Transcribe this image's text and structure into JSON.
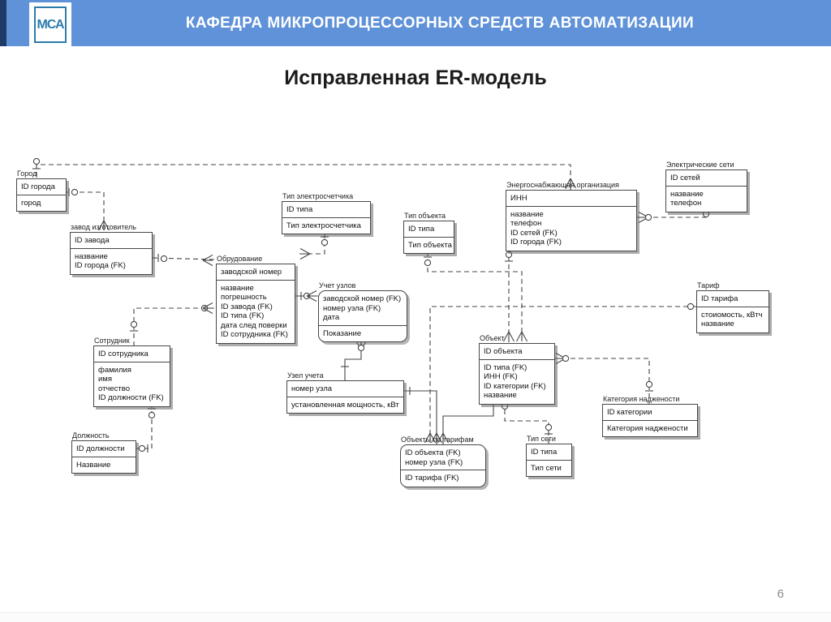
{
  "header": {
    "logo_text": "МСА",
    "title": "КАФЕДРА МИКРОПРОЦЕССОРНЫХ СРЕДСТВ АВТОМАТИЗАЦИИ"
  },
  "slide": {
    "title": "Исправленная ER-модель",
    "page_number": "6"
  },
  "colors": {
    "header_bg": "#5f92d8",
    "header_accent": "#1e3a66",
    "logo_teal": "#2b7cad",
    "line": "#454545",
    "box_border": "#474747"
  },
  "diagram": {
    "entities": [
      {
        "id": "gorod",
        "name": "Город",
        "pk": [
          "ID города"
        ],
        "attrs": [
          "город"
        ],
        "rounded": false
      },
      {
        "id": "zavod",
        "name": "завод изготовитель",
        "pk": [
          "ID завода"
        ],
        "attrs": [
          "название",
          "ID города (FK)"
        ],
        "rounded": false
      },
      {
        "id": "tip_el",
        "name": "Тип электросчетчика",
        "pk": [
          "ID типа"
        ],
        "attrs": [
          "Тип электросчетчика"
        ],
        "rounded": false
      },
      {
        "id": "oborud",
        "name": "Обрудование",
        "pk": [
          "заводской номер"
        ],
        "attrs": [
          "название",
          "погрешность",
          "ID завода (FK)",
          "ID типа (FK)",
          "дата след поверки",
          "ID сотрудника (FK)"
        ],
        "rounded": false
      },
      {
        "id": "uchet",
        "name": "Учет узлов",
        "pk": [
          "заводской номер (FK)",
          "номер узла (FK)",
          "дата"
        ],
        "attrs": [
          "Показание"
        ],
        "rounded": true
      },
      {
        "id": "sotrudnik",
        "name": "Сотрудник",
        "pk": [
          "ID сотрудника"
        ],
        "attrs": [
          "фамилия",
          "имя",
          "отчество",
          "ID должности (FK)"
        ],
        "rounded": false
      },
      {
        "id": "dolzhnost",
        "name": "Должность",
        "pk": [
          "ID должности"
        ],
        "attrs": [
          "Название"
        ],
        "rounded": false
      },
      {
        "id": "uzel",
        "name": "Узел учета",
        "pk": [
          "номер узла"
        ],
        "attrs": [
          "установленная мощность, кВт"
        ],
        "rounded": false
      },
      {
        "id": "tip_ob",
        "name": "Тип объекта",
        "pk": [
          "ID типа"
        ],
        "attrs": [
          "Тип объекта"
        ],
        "rounded": false
      },
      {
        "id": "energo",
        "name": "Энергоснабжающая организация",
        "pk": [
          "ИНН"
        ],
        "attrs": [
          "название",
          "телефон",
          "ID сетей (FK)",
          "ID города (FK)"
        ],
        "rounded": false
      },
      {
        "id": "elseti",
        "name": "Электрические сети",
        "pk": [
          "ID сетей"
        ],
        "attrs": [
          "название",
          "телефон"
        ],
        "rounded": false
      },
      {
        "id": "tarif",
        "name": "Тариф",
        "pk": [
          "ID тарифа"
        ],
        "attrs": [
          "стоиомость, кВтч",
          "название"
        ],
        "rounded": false
      },
      {
        "id": "obekt",
        "name": "Объект",
        "pk": [
          "ID объекта"
        ],
        "attrs": [
          "ID типа (FK)",
          "ИНН (FK)",
          "ID категории (FK)",
          "название"
        ],
        "rounded": false
      },
      {
        "id": "kategoria",
        "name": "Категория наджености",
        "pk": [
          "ID категории"
        ],
        "attrs": [
          "Категория наджености"
        ],
        "rounded": false
      },
      {
        "id": "ob_tarif",
        "name": "Объекты по тарифам",
        "pk": [
          "ID объекта (FK)",
          "номер узла (FK)"
        ],
        "attrs": [
          "ID тарифа (FK)"
        ],
        "rounded": true
      },
      {
        "id": "tip_seti",
        "name": "Тип сети",
        "pk": [
          "ID типа"
        ],
        "attrs": [
          "Тип сети"
        ],
        "rounded": false
      }
    ]
  }
}
